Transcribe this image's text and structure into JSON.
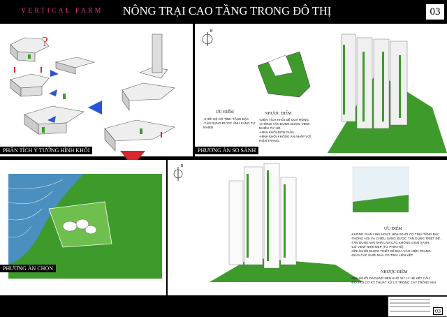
{
  "brand": "VERTICAL FARM",
  "title": "NÔNG TRẠI CAO TẦNG TRONG ĐÔ THỊ",
  "sheet_no": "03",
  "panels": {
    "analysis_label": "PHÂN TÍCH Ý TƯỞNG HÌNH KHỐI",
    "compare_label": "PHƯƠNG ÁN SO SÁNH",
    "chosen_label": "PHƯƠNG ÁN CHỌN"
  },
  "compare": {
    "pros_head": "ƯU ĐIỂM",
    "pros": [
      "-KHỐI HỆ CÓ TÍNH TẦNG BẬC",
      "-TẬN DỤNG ĐƯỢC ÁNH SÁNG TỰ",
      "NHIÊN"
    ],
    "cons_head": "NHƯỢC ĐIỂM",
    "cons": [
      "-DIỆN TÍCH KHỐI ĐẾ QUÁ RỘNG.",
      "-KHÔNG TẬN DỤNG ĐƯỢC VIEW",
      "NHIỀU TỪ HỒ.",
      "-HÌNH KHỐI ĐƠN GIẢN",
      "-HÌNH KHỐI KHÔNG ĂN NHẬP VỚI",
      "HIỆN TRẠNG."
    ]
  },
  "chosen": {
    "pros_head": "ƯU ĐIỂM",
    "pros": [
      "-KHÔNG GIAN LINH HOẠT, HÌNH KHỐI CÓ TÍNH TẦNG BẬC",
      "-THÔNG HÓI VÀ CHIẾU SÁNG ĐƯỢC TẬN DỤNG TRIỆT ĐỂ.",
      "-TẬN DỤNG MÁI NHÀ LÀM CÁC KHÔNG GIAN XANH.",
      "-CÓ VIEW NHÌN ĐẸP (TỪ PHÍA HỒ)",
      "-HÌNH KHỐI ĐƯỢC THIẾT KẾ DỰA VÀO HIỆN TRẠNG.",
      "-GIỮA CÁC KHỐI NHÀ CÓ TÍNH LIÊN KẾT."
    ],
    "cons_head": "NHƯỢC ĐIỂM",
    "cons": [
      "-HÌNH KHỐI ĐA DẠNG NÊN KHÓ XỬ LÝ HỆ KẾT CẤU",
      "-ĐÒI HỎI CƠ KỸ THUẬT XỬ LÝ TRONG CÂY TRỒNG MÁI"
    ]
  },
  "titleblock": {
    "num": "03"
  },
  "colors": {
    "green": "#3f9a2c",
    "accent": "#d63b8e",
    "blue": "#2a54d6",
    "red": "#d8262a"
  }
}
